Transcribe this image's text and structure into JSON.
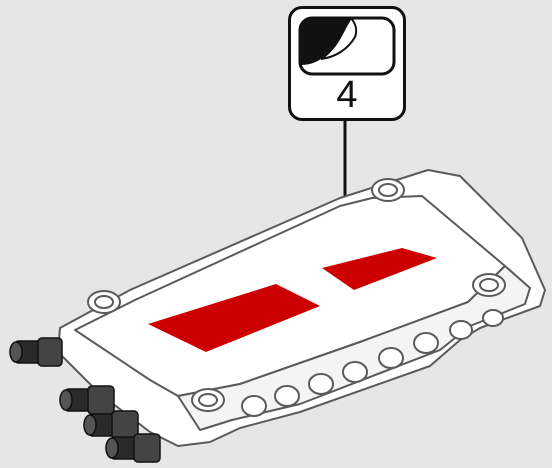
{
  "callout": {
    "number": "4",
    "icon": "sticker-icon"
  },
  "colors": {
    "background": "#e6e6e6",
    "part_body": "#ffffff",
    "part_outline": "#5a5a5a",
    "sticker": "#cc0000",
    "callout_border": "#111111"
  },
  "part": {
    "name": "technic-panel",
    "sticker_count": 2,
    "pins": 4
  }
}
